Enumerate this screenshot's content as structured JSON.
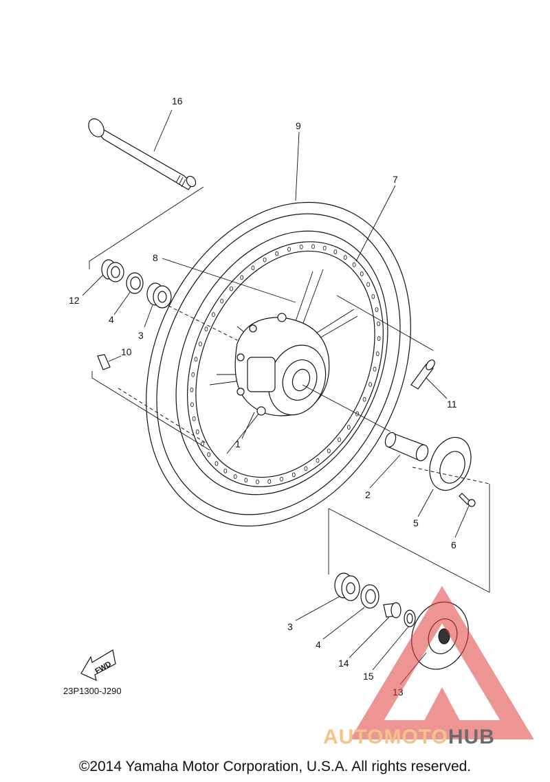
{
  "diagram": {
    "part_numbers": {
      "p1": "1",
      "p2": "2",
      "p3a": "3",
      "p3b": "3",
      "p4a": "4",
      "p4b": "4",
      "p5": "5",
      "p6": "6",
      "p7": "7",
      "p8": "8",
      "p9": "9",
      "p10": "10",
      "p11": "11",
      "p12": "12",
      "p13": "13",
      "p14": "14",
      "p15": "15",
      "p16": "16"
    },
    "drawing_code": "23P1300-J290",
    "fwd_label": "FWD"
  },
  "watermark": {
    "brand_part_a": "AUTOMOTO",
    "brand_part_b": "HUB",
    "colors": {
      "triangle": "#e0403a",
      "brand_a": "#f5c28a",
      "brand_b": "#6b6b6b"
    }
  },
  "footer": {
    "copyright": "©2014 Yamaha Motor Corporation, U.S.A. All rights reserved."
  }
}
